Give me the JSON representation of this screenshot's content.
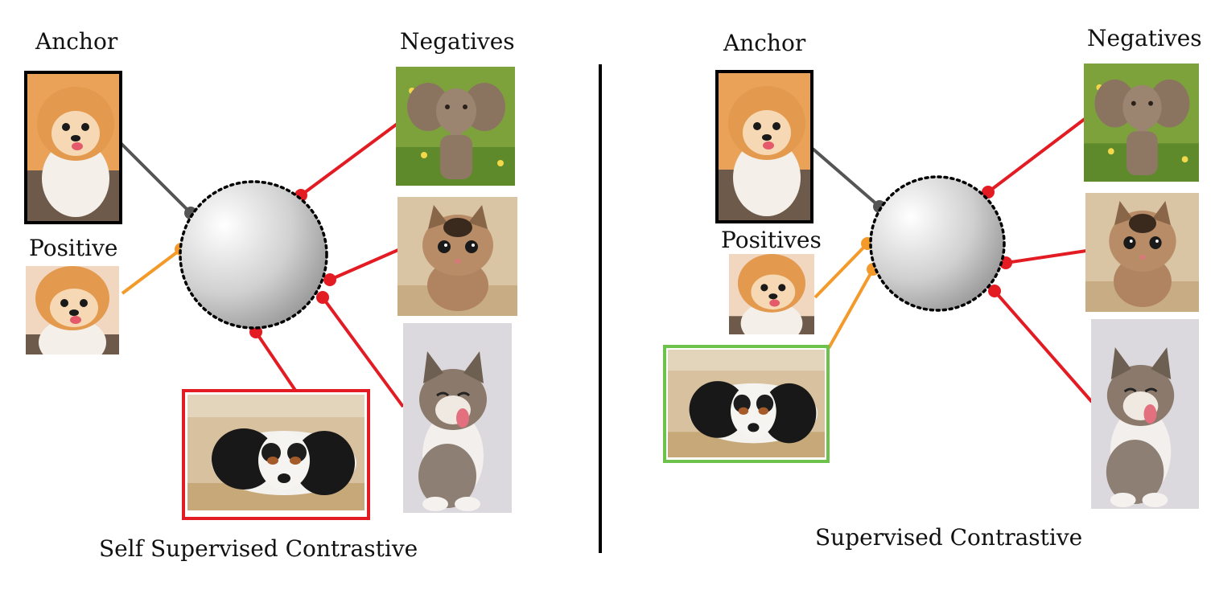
{
  "left_panel": {
    "anchor_label": "Anchor",
    "positive_label": "Positive",
    "negatives_label": "Negatives",
    "caption": "Self Supervised Contrastive"
  },
  "right_panel": {
    "anchor_label": "Anchor",
    "positives_label": "Positives",
    "negatives_label": "Negatives",
    "caption": "Supervised Contrastive"
  },
  "colors": {
    "anchor_link": "#555555",
    "positive_link": "#f39a2b",
    "negative_link": "#e31b23",
    "false_negative_frame": "#e31b23",
    "true_positive_frame": "#6cc24a"
  },
  "images": {
    "anchor": "pomeranian-puppy",
    "positive": "pomeranian-puppy",
    "negative_1": "baby-elephant",
    "negative_2": "brown-kitten",
    "negative_3": "tabby-kitten",
    "dog_example": "cavalier-spaniel"
  }
}
